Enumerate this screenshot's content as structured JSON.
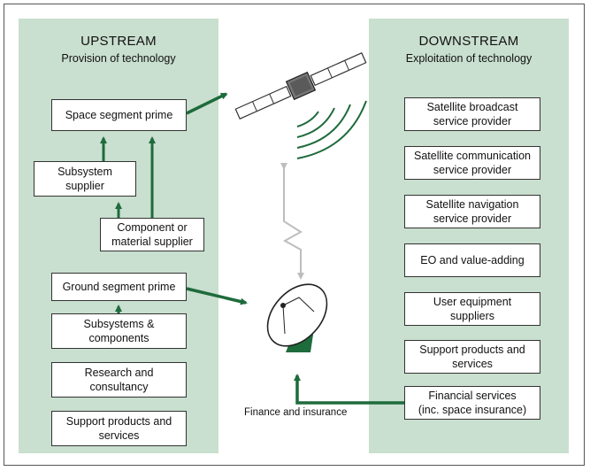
{
  "upstream": {
    "title": "UPSTREAM",
    "subtitle": "Provision of technology",
    "boxes": {
      "space_prime": "Space segment prime",
      "subsystem_supplier": "Subsystem\nsupplier",
      "component_supplier": "Component or\nmaterial supplier",
      "ground_prime": "Ground segment prime",
      "subsystems_components": "Subsystems &\ncomponents",
      "research": "Research and\nconsultancy",
      "support": "Support products and\nservices"
    }
  },
  "downstream": {
    "title": "DOWNSTREAM",
    "subtitle": "Exploitation of technology",
    "boxes": {
      "broadcast": "Satellite broadcast\nservice provider",
      "communication": "Satellite communication\nservice provider",
      "navigation": "Satellite navigation\nservice provider",
      "eo": "EO and value-adding",
      "user_equipment": "User equipment\nsuppliers",
      "support": "Support products and\nservices",
      "financial": "Financial services\n(inc. space insurance)"
    }
  },
  "finance_label": "Finance and insurance",
  "colors": {
    "panel": "#c9dfcf",
    "arrow": "#1e6b3c",
    "link": "#bdbdbd"
  },
  "icons": [
    "satellite-icon",
    "satellite-dish-icon",
    "signal-waves-icon"
  ]
}
